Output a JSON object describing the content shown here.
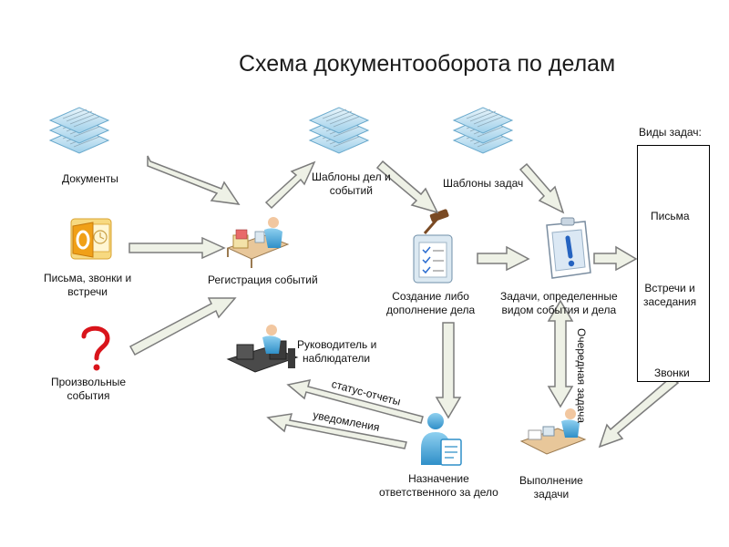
{
  "title": "Схема документооборота по делам",
  "nodes": {
    "documents": "Документы",
    "letters_calls": [
      "Письма, звонки и",
      "встречи"
    ],
    "arbitrary_events": [
      "Произвольные",
      "события"
    ],
    "registration": "Регистрация событий",
    "case_templates": [
      "Шаблоны дел и",
      "событий"
    ],
    "task_templates": "Шаблоны задач",
    "create_case": [
      "Создание либо",
      "дополнение дела"
    ],
    "tasks_defined": [
      "Задачи, определенные",
      "видом события и дела"
    ],
    "managers": [
      "Руководитель и",
      "наблюдатели"
    ],
    "assign_responsible": [
      "Назначение",
      "ответственного за дело"
    ],
    "task_execution": [
      "Выполнение",
      "задачи"
    ]
  },
  "task_types": {
    "title": "Виды задач:",
    "items": [
      "Письма",
      "Встречи и заседания",
      "Звонки"
    ],
    "meetings_lines": [
      "Встречи и",
      "заседания"
    ]
  },
  "edges": {
    "status_reports": "статус-отчеты",
    "notifications": "уведомления",
    "next_task": "Очередная задача"
  },
  "colors": {
    "arrow_fill": "#eef1e6",
    "arrow_stroke": "#7c7c7c",
    "doc_blue": "#cfe6f4",
    "question_red": "#d9141b",
    "outlook_orange": "#f0a018"
  },
  "icons": [
    "document-stack-icon",
    "outlook-icon",
    "question-mark-icon",
    "person-at-desk-icon",
    "gavel-checklist-icon",
    "clipboard-exclamation-icon",
    "envelope-icon",
    "calendar-scales-icon",
    "telephone-icon",
    "person-document-icon"
  ]
}
